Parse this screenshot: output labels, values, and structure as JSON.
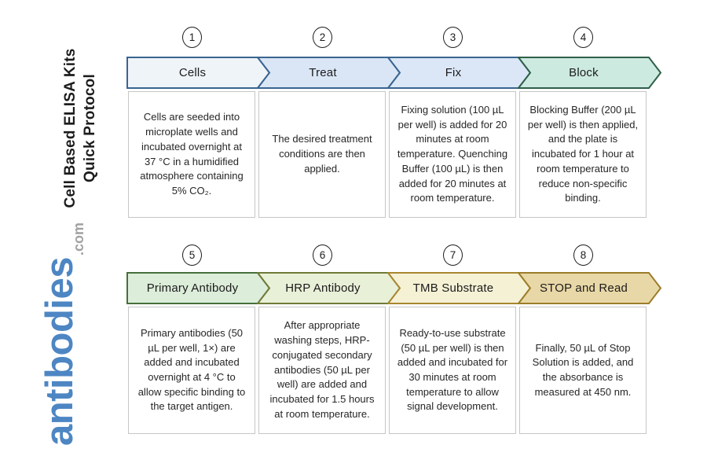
{
  "sidebar": {
    "title_line1": "Cell Based ELISA Kits",
    "title_line2": "Quick Protocol",
    "logo_text": "antibodies",
    "logo_suffix": ".com",
    "logo_color": "#4d86c3"
  },
  "steps": [
    {
      "num": "1",
      "label": "Cells",
      "fill": "#eff4f9",
      "border": "#3a648f",
      "description": "Cells are seeded into microplate wells and incubated overnight at 37 °C in a humidified atmosphere containing 5% CO₂."
    },
    {
      "num": "2",
      "label": "Treat",
      "fill": "#dae6f6",
      "border": "#3a648f",
      "description": "The desired treatment conditions are then applied."
    },
    {
      "num": "3",
      "label": "Fix",
      "fill": "#dbe7f7",
      "border": "#3a648f",
      "description": "Fixing solution (100 µL per well) is added for 20 minutes at room temperature. Quenching Buffer (100 µL) is then added for 20 minutes at room temperature."
    },
    {
      "num": "4",
      "label": "Block",
      "fill": "#cdeae1",
      "border": "#2f5f49",
      "description": "Blocking Buffer (200 µL per well) is then applied, and the plate is incubated for 1 hour at room temperature to reduce non-specific binding."
    },
    {
      "num": "5",
      "label": "Primary Antibody",
      "fill": "#dcedda",
      "border": "#45703a",
      "description": "Primary antibodies (50 µL per well, 1×) are added and incubated overnight at 4 °C to allow specific binding to the target antigen."
    },
    {
      "num": "6",
      "label": "HRP Antibody",
      "fill": "#e9f0d8",
      "border": "#6f7a38",
      "description": "After appropriate washing steps, HRP-conjugated secondary antibodies (50 µL per well) are added and incubated for 1.5 hours at room temperature."
    },
    {
      "num": "7",
      "label": "TMB Substrate",
      "fill": "#f5f1d5",
      "border": "#a8872f",
      "description": "Ready-to-use substrate (50 µL per well) is then added and incubated for 30 minutes at room temperature to allow signal development."
    },
    {
      "num": "8",
      "label": "STOP and Read",
      "fill": "#e9d8a7",
      "border": "#9b7d2a",
      "description": "Finally, 50 µL of Stop Solution is added, and the absorbance is measured at 450 nm."
    }
  ]
}
